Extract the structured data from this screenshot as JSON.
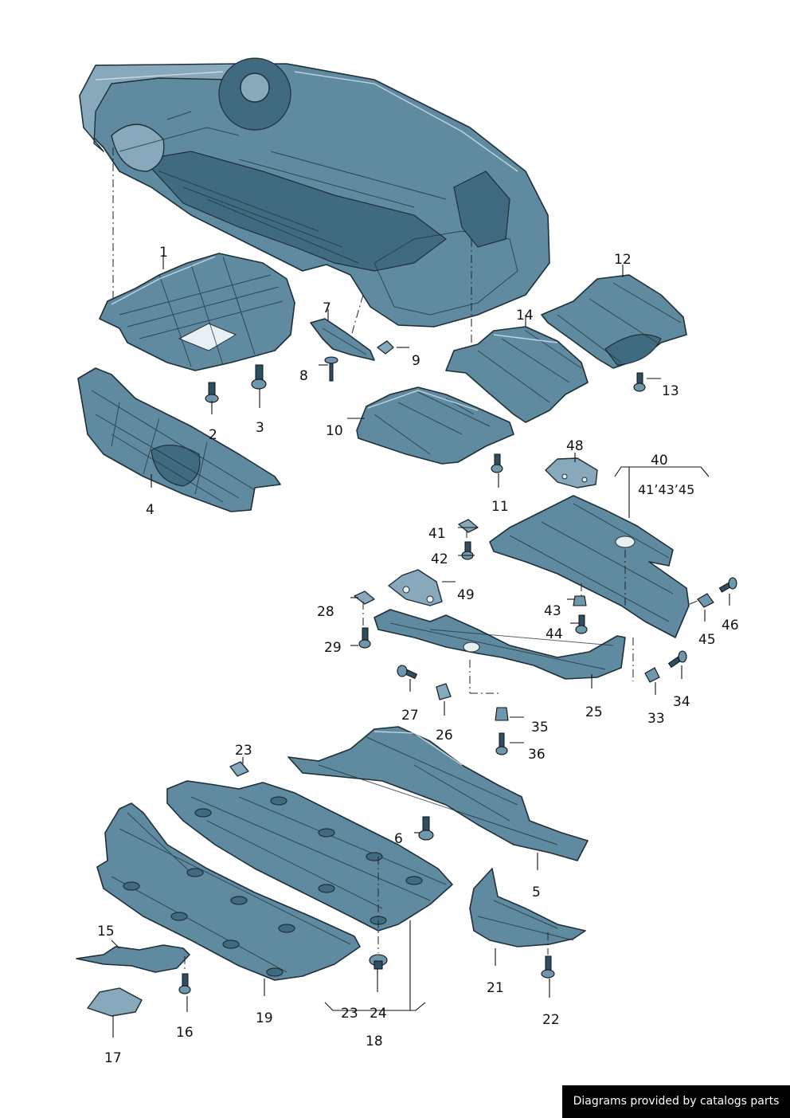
{
  "callouts": {
    "c1": "1",
    "c2": "2",
    "c3": "3",
    "c4": "4",
    "c5": "5",
    "c6": "6",
    "c7": "7",
    "c8": "8",
    "c9": "9",
    "c10": "10",
    "c11": "11",
    "c12": "12",
    "c13": "13",
    "c14": "14",
    "c15": "15",
    "c16": "16",
    "c17": "17",
    "c18": "18",
    "c19": "19",
    "c21": "21",
    "c22": "22",
    "c23a": "23",
    "c23b": "23",
    "c24": "24",
    "c25": "25",
    "c26": "26",
    "c27": "27",
    "c28": "28",
    "c29": "29",
    "c33": "33",
    "c34": "34",
    "c35": "35",
    "c36": "36",
    "c40": "40",
    "c40sub": "41ʼ43ʼ45",
    "c41": "41",
    "c42": "42",
    "c43": "43",
    "c44": "44",
    "c45": "45",
    "c46": "46",
    "c48": "48",
    "c49": "49"
  },
  "credit": "Diagrams provided by catalogs parts",
  "colors": {
    "part_fill": "#5f8aa0",
    "outline": "#1f2f38",
    "background": "#ffffff"
  }
}
